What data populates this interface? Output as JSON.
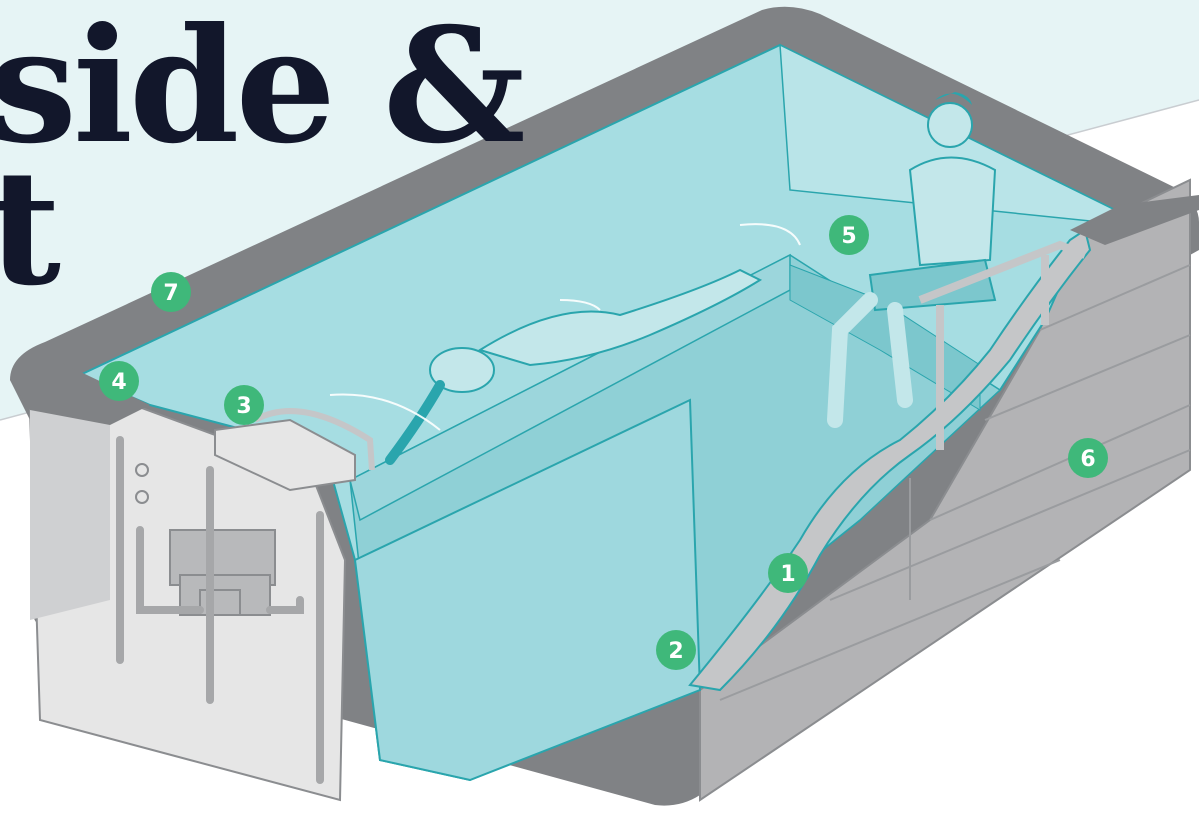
{
  "headline": {
    "line1": "side &",
    "line2": "t"
  },
  "colors": {
    "background_panel": "#e6f4f5",
    "water": "#a6dde2",
    "water_deep": "#8fd0d6",
    "pool_rim": "#808285",
    "pool_wall": "#b3b3b5",
    "equipment_panel": "#e6e6e6",
    "callout": "#3fb87a",
    "headline": "#12172b"
  },
  "callouts": [
    {
      "label": "1",
      "part": "cutaway-stairs"
    },
    {
      "label": "2",
      "part": "stair-edge"
    },
    {
      "label": "3",
      "part": "current-jet-unit"
    },
    {
      "label": "4",
      "part": "control-button"
    },
    {
      "label": "5",
      "part": "bench-seat-area"
    },
    {
      "label": "6",
      "part": "exterior-wall-panel"
    },
    {
      "label": "7",
      "part": "pool-coping-rim"
    }
  ]
}
